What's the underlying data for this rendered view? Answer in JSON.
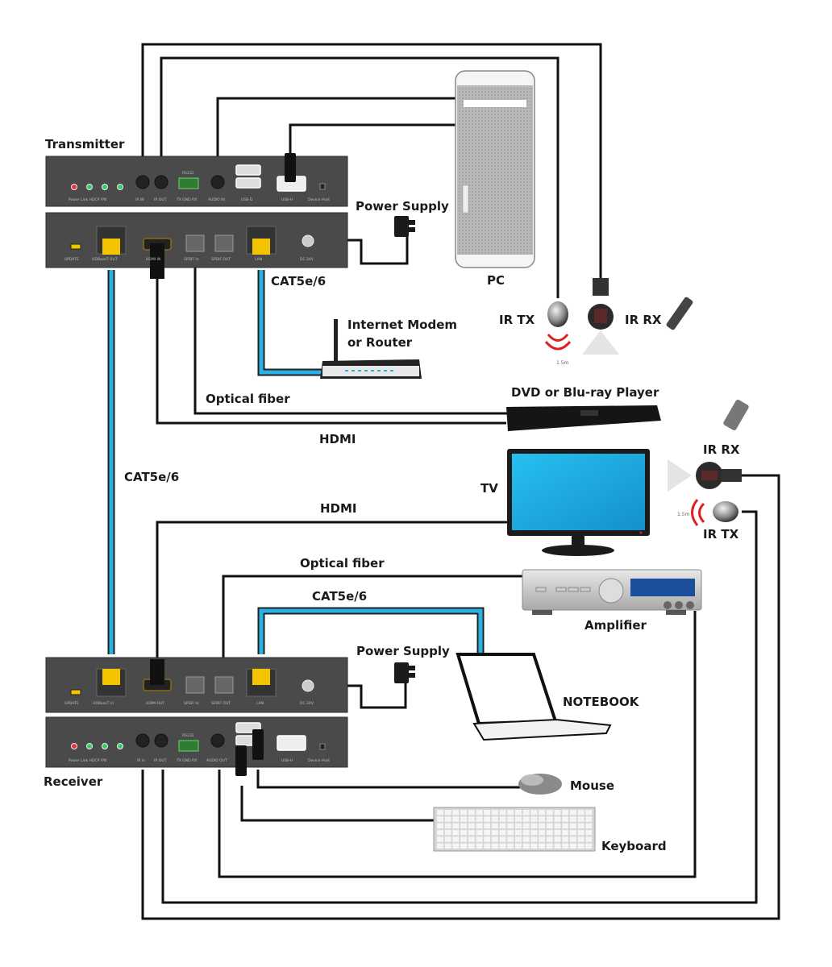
{
  "devices": {
    "transmitter": {
      "title": "Transmitter",
      "top_panel": {
        "leds_label": "Power Link HDCP P/N",
        "ports": [
          "IR IN",
          "IR OUT",
          "RS232",
          "TX GND RX",
          "AUDIO IN",
          "USB-D",
          "USB-H",
          "Device Host"
        ]
      },
      "bottom_panel": {
        "ports": [
          "UPDATE",
          "HDBaseT OUT",
          "HDMI IN",
          "SPDIF In",
          "SPDIF OUT",
          "LAN",
          "DC 24V"
        ]
      }
    },
    "receiver": {
      "title": "Receiver",
      "top_panel": {
        "ports": [
          "UPDATE",
          "HDBaseT In",
          "HDMI OUT",
          "SPDIF In",
          "SPDIF OUT",
          "LAN",
          "DC 24V"
        ]
      },
      "bottom_panel": {
        "leds_label": "Power Link HDCP P/N",
        "ports": [
          "IR in",
          "IR OUT",
          "RS232",
          "TX GND RX",
          "AUDIO OUT",
          "USB-D",
          "USB-H",
          "Device Host"
        ]
      }
    },
    "pc": "PC",
    "power_supply_tx": "Power Supply",
    "power_supply_rx": "Power Supply",
    "router": [
      "Internet Modem",
      "or Router"
    ],
    "ir_tx_top": "IR TX",
    "ir_rx_top": "IR RX",
    "dvd": "DVD or Blu-ray Player",
    "tv": "TV",
    "ir_rx_right": "IR RX",
    "ir_tx_right": "IR TX",
    "amplifier": "Amplifier",
    "notebook": "NOTEBOOK",
    "mouse": "Mouse",
    "keyboard": "Keyboard"
  },
  "cables": {
    "cat_router": "CAT5e/6",
    "optical_top": "Optical fiber",
    "hdmi_top": "HDMI",
    "cat_main": "CAT5e/6",
    "hdmi_tv": "HDMI",
    "optical_amp": "Optical fiber",
    "cat_notebook": "CAT5e/6"
  },
  "ir_range": {
    "tx_top": "1.5m",
    "tx_right": "1.5m"
  },
  "colors": {
    "panel": "#4a4a4a",
    "cat_cable": "#2ab2e6",
    "led_power": "#e8323c",
    "led_status": "#33cc66",
    "rj45_yellow": "#f5c400",
    "tv_screen": "#1ea8e0",
    "ir_wave": "#e02020"
  }
}
